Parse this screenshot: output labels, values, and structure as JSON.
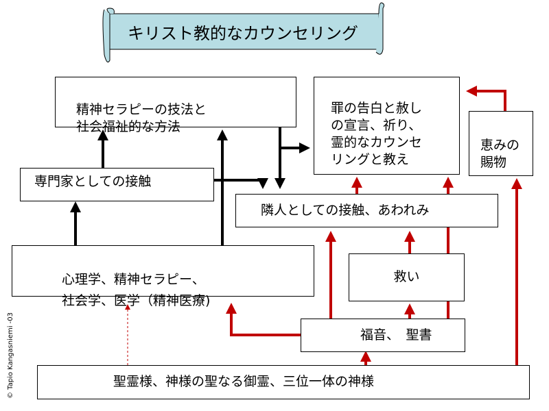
{
  "title": "キリスト教的なカウンセリング",
  "credit": "© Tapio Kangasniemi -03",
  "boxes": {
    "psychotherapy_methods": "精神セラピーの技法と\n社会福祉的な方法",
    "confession": "罪の告白と赦し\nの宣言、祈り、\n霊的なカウンセ\nリングと教え",
    "gifts_of_grace": "恵みの\n賜物",
    "professional_contact": "専門家としての接触",
    "neighbor_contact": "隣人としての接触、あわれみ",
    "psychology": "心理学、精神セラピー、\n社会学、医学（精神医療)",
    "salvation": "救い",
    "gospel_scripture": "福音、　聖書",
    "holy_spirit": "聖霊様、神様の聖なる御霊、三位一体の神様"
  },
  "colors": {
    "black_arrow": "#000000",
    "red_arrow": "#c00000",
    "scroll_fill": "#b7dde4"
  }
}
